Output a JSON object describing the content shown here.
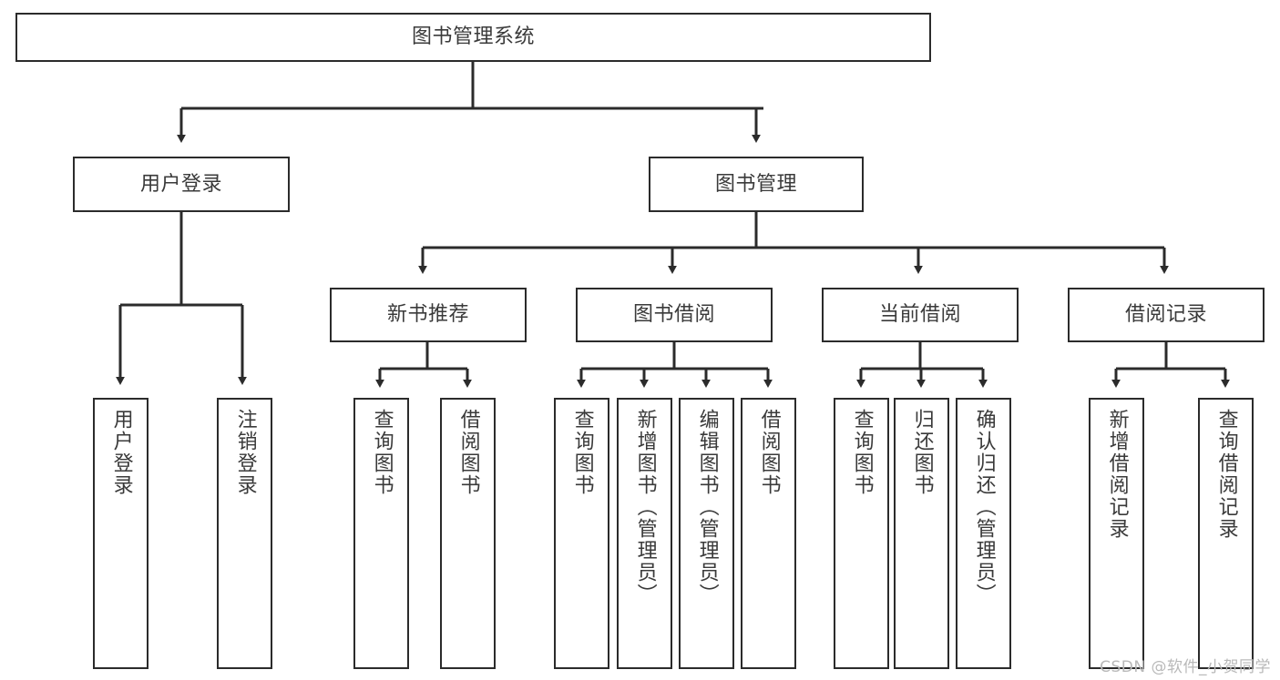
{
  "diagram": {
    "type": "tree-hierarchy",
    "title": "图书管理系统",
    "watermark": "CSDN @软件_小贺同学",
    "stroke_color": "#2b2b2b",
    "text_color": "#3a3a3a",
    "background_color": "#ffffff",
    "levels": 4,
    "nodes": {
      "root": {
        "label": "图书管理系统"
      },
      "level2": [
        {
          "id": "user-login",
          "label": "用户登录"
        },
        {
          "id": "book-manage",
          "label": "图书管理"
        }
      ],
      "level3": [
        {
          "id": "new-book-recommend",
          "label": "新书推荐"
        },
        {
          "id": "book-borrow",
          "label": "图书借阅"
        },
        {
          "id": "current-borrow",
          "label": "当前借阅"
        },
        {
          "id": "borrow-record",
          "label": "借阅记录"
        }
      ],
      "leaves": {
        "user_login": [
          {
            "id": "leaf-user-login",
            "label": "用户登录"
          },
          {
            "id": "leaf-logout",
            "label": "注销登录"
          }
        ],
        "new_book_recommend": [
          {
            "id": "leaf-query-book-1",
            "label": "查询图书"
          },
          {
            "id": "leaf-borrow-book-1",
            "label": "借阅图书"
          }
        ],
        "book_borrow": [
          {
            "id": "leaf-query-book-2",
            "label": "查询图书"
          },
          {
            "id": "leaf-add-book",
            "label": "新增图书（管理员）"
          },
          {
            "id": "leaf-edit-book",
            "label": "编辑图书（管理员）"
          },
          {
            "id": "leaf-borrow-book-2",
            "label": "借阅图书"
          }
        ],
        "current_borrow": [
          {
            "id": "leaf-query-book-3",
            "label": "查询图书"
          },
          {
            "id": "leaf-return-book",
            "label": "归还图书"
          },
          {
            "id": "leaf-confirm-return",
            "label": "确认归还（管理员）"
          }
        ],
        "borrow_record": [
          {
            "id": "leaf-add-record",
            "label": "新增借阅记录"
          },
          {
            "id": "leaf-query-record",
            "label": "查询借阅记录"
          }
        ]
      }
    }
  }
}
